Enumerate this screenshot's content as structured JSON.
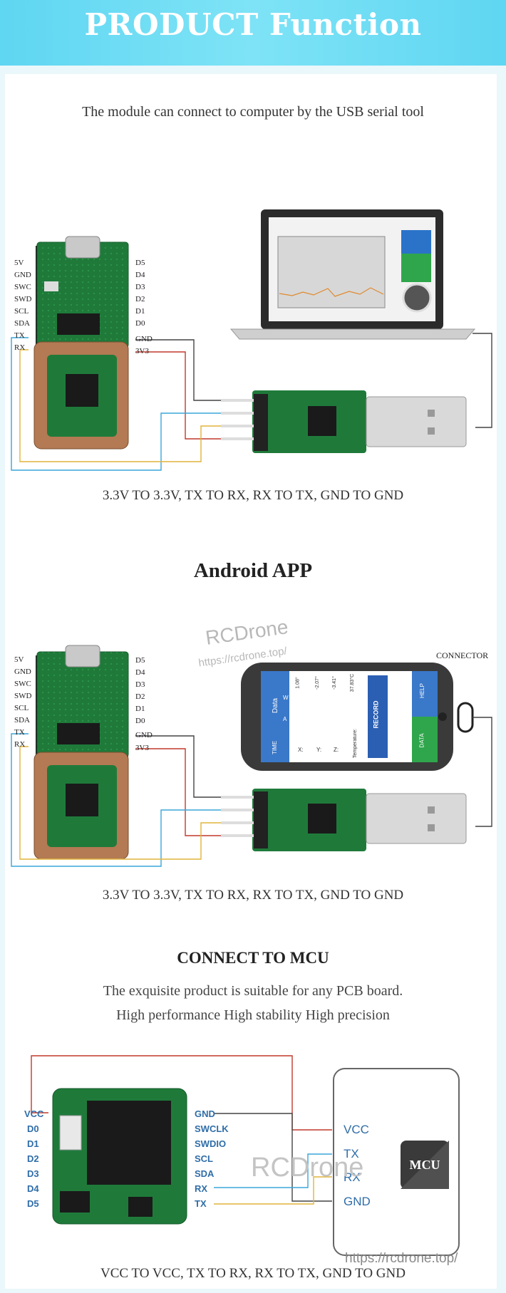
{
  "header": {
    "title": "PRODUCT Function"
  },
  "intro": {
    "text": "The module can connect to computer by the USB serial tool"
  },
  "board_pins_left": [
    "5V",
    "GND",
    "SWC",
    "SWD",
    "SCL",
    "SDA",
    "TX",
    "RX"
  ],
  "board_pins_right": [
    "D5",
    "D4",
    "D3",
    "D2",
    "D1",
    "D0",
    "GND",
    "3V3"
  ],
  "section1": {
    "connection_text": "3.3V TO 3.3V,   TX TO RX,  RX TO TX,   GND TO GND"
  },
  "section2": {
    "title": "Android APP",
    "watermark_text": "RCDrone",
    "watermark_url": "https://rcdrone.top/",
    "connector_label": "CONNECTOR",
    "phone_screen": {
      "tab_data": "Data",
      "tab_time": "TIME",
      "tab_a": "A",
      "tab_w": "W",
      "x_label": "X:",
      "y_label": "Y:",
      "z_label": "Z:",
      "temp_label": "Temperature:",
      "x_value": "1.08°",
      "y_value": "-2.07°",
      "z_value": "-3.41°",
      "temp_value": "37.83°C",
      "record": "RECORD",
      "help": "HELP",
      "data_btn": "DATA"
    },
    "connection_text": "3.3V TO 3.3V,   TX TO RX,  RX TO TX,   GND TO GND"
  },
  "section3": {
    "title": "CONNECT TO MCU",
    "line1": "The exquisite product is suitable for any PCB board.",
    "line2": "High performance  High stability  High precision",
    "left_pins": [
      "VCC",
      "D0",
      "D1",
      "D2",
      "D3",
      "D4",
      "D5"
    ],
    "right_pins": [
      "GND",
      "SWCLK",
      "SWDIO",
      "SCL",
      "SDA",
      "RX",
      "TX"
    ],
    "mcu_pins": [
      "VCC",
      "TX",
      "RX",
      "GND"
    ],
    "mcu_label": "MCU",
    "watermark_text": "RCDrone",
    "watermark_url": "https://rcdrone.top/",
    "connection_text": "VCC TO VCC,  TX TO RX,  RX TO TX,   GND TO GND"
  },
  "colors": {
    "banner": "#6fdcf4",
    "wire_red": "#c0392b",
    "wire_blue": "#3aa6d8",
    "wire_yellow": "#e0b43c",
    "board_green": "#1f7a3a"
  }
}
